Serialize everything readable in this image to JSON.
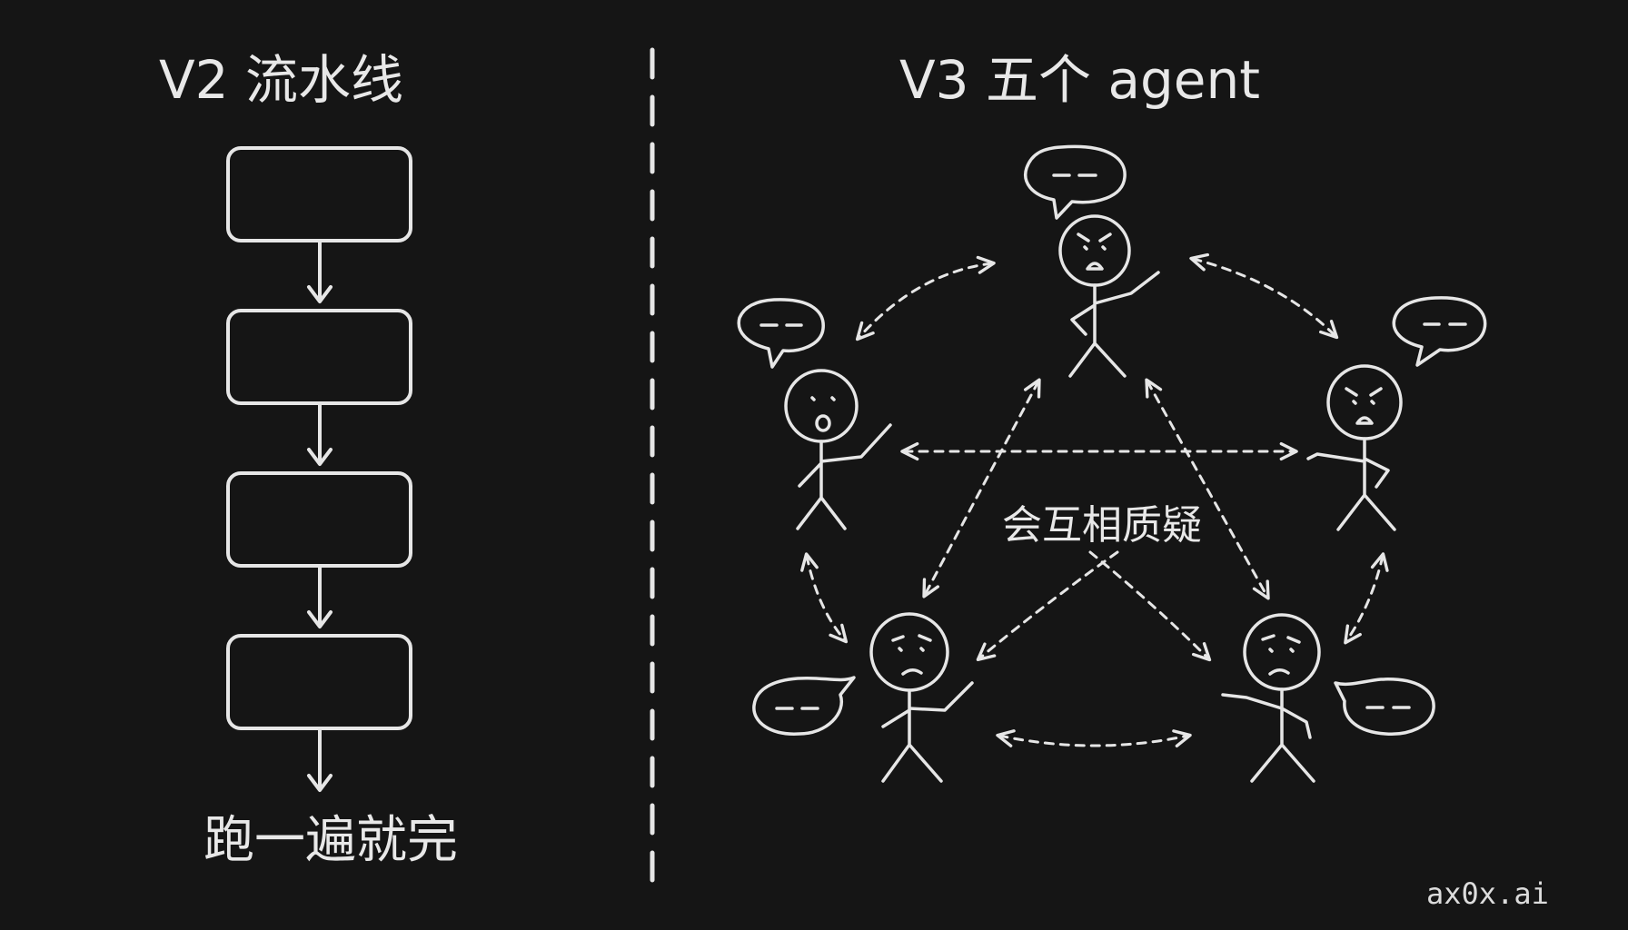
{
  "left_panel": {
    "title": "V2 流水线",
    "caption": "跑一遍就完",
    "box_count": 4
  },
  "right_panel": {
    "title": "V3 五个 agent",
    "center_label": "会互相质疑",
    "agents": [
      {
        "id": "top",
        "bubble": "— —",
        "mood": "angry"
      },
      {
        "id": "left",
        "bubble": "— —",
        "mood": "surprised"
      },
      {
        "id": "right",
        "bubble": "— —",
        "mood": "angry"
      },
      {
        "id": "bottom-left",
        "bubble": "— —",
        "mood": "skeptical"
      },
      {
        "id": "bottom-right",
        "bubble": "— —",
        "mood": "skeptical"
      }
    ]
  },
  "watermark": "ax0x.ai",
  "colors": {
    "background": "#151515",
    "chalk": "#e6e6e6"
  }
}
